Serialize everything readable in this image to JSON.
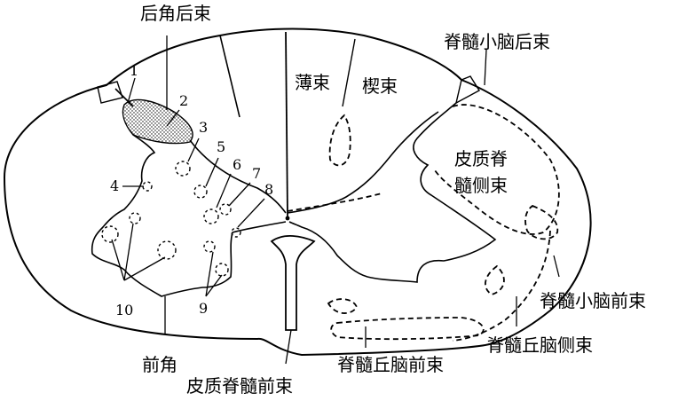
{
  "labels": {
    "posterior_horn_posterior_tract": "后角后束",
    "fasciculus_gracilis": "薄束",
    "fasciculus_cuneatus": "楔束",
    "posterior_spinocerebellar": "脊髓小脑后束",
    "lateral_corticospinal_line1": "皮质脊",
    "lateral_corticospinal_line2": "髓侧束",
    "anterior_spinocerebellar": "脊髓小脑前束",
    "lateral_spinothalamic": "脊髓丘脑侧束",
    "anterior_spinothalamic": "脊髓丘脑前束",
    "anterior_corticospinal": "皮质脊髓前束",
    "anterior_horn": "前角"
  },
  "numbers": {
    "n1": "1",
    "n2": "2",
    "n3": "3",
    "n4": "4",
    "n5": "5",
    "n6": "6",
    "n7": "7",
    "n8": "8",
    "n9": "9",
    "n10": "10"
  }
}
